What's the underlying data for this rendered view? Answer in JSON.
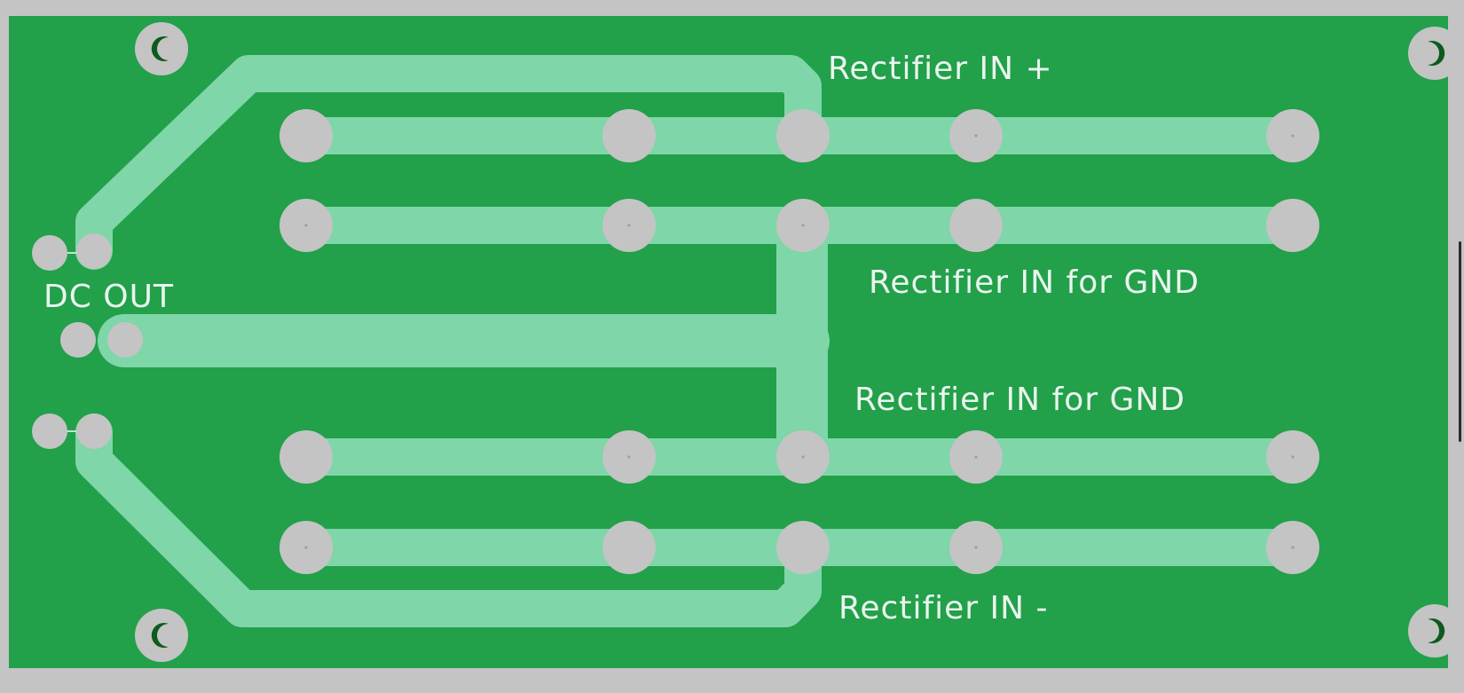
{
  "board": {
    "colors": {
      "background": "#c4c4c4",
      "substrate": "#22a04a",
      "trace": "#7fd6a8",
      "pad": "#c4c4c4",
      "hole": "#0f5a1e",
      "silkscreen": "#e9f5ee"
    },
    "labels": {
      "dc_out": "DC OUT",
      "rect_in_plus": "Rectifier IN +",
      "rect_in_gnd_top": "Rectifier IN for GND",
      "rect_in_gnd_bottom": "Rectifier IN for GND",
      "rect_in_minus": "Rectifier IN -"
    }
  },
  "view": {
    "scrollbar": "vertical"
  }
}
